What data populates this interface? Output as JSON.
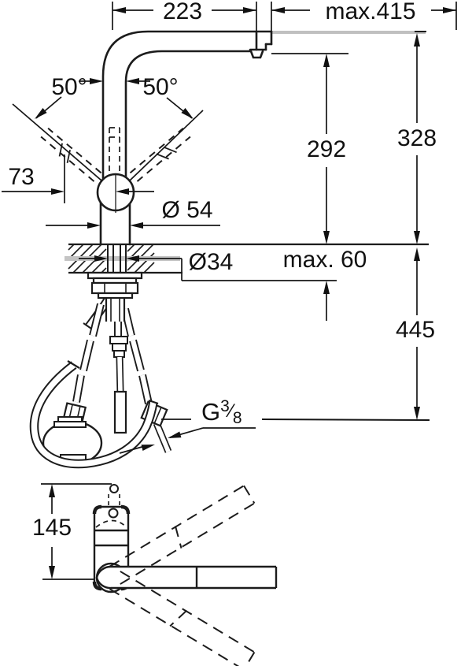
{
  "drawing": {
    "title": "faucet-installation-diagram",
    "dims": {
      "spout_reach": "223",
      "max_reach": "max.415",
      "swivel_left": "50°",
      "swivel_right": "50°",
      "lever_clearance": "73",
      "body_dia": "Ø 54",
      "hole_dia": "Ø34",
      "deck_thickness": "max. 60",
      "spout_height": "292",
      "overall_height": "328",
      "hose_drop": "445",
      "plan_dim": "145",
      "thread": {
        "g": "G",
        "num": "3",
        "slash": "⁄",
        "den": "8"
      }
    },
    "colors": {
      "line": "#1c1c1c",
      "dim": "#111111",
      "lgray": "#c0c0c0",
      "bg": "#ffffff"
    }
  }
}
